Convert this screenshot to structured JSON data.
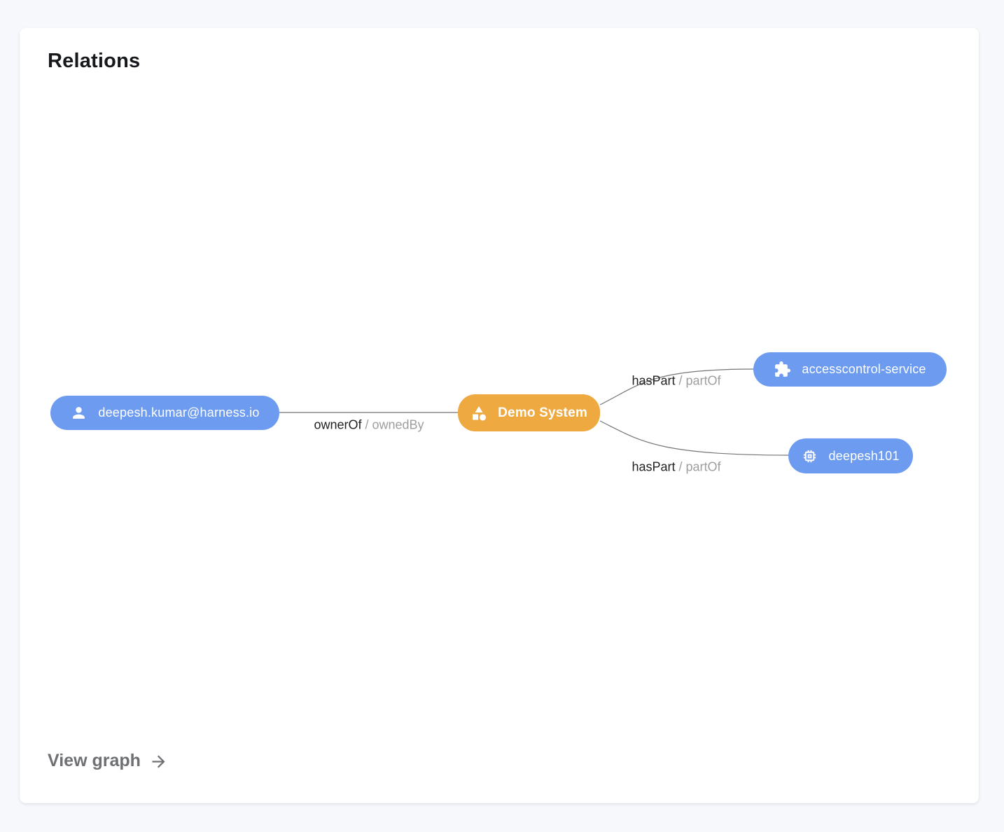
{
  "card": {
    "title": "Relations",
    "footer_link_label": "View graph",
    "footer_link_icon": "arrow-right-icon"
  },
  "colors": {
    "blue": "#6d9bf0",
    "orange": "#efa941",
    "edge": "#757575",
    "label_primary": "#212121",
    "label_secondary": "#9e9e9e"
  },
  "graph": {
    "nodes": [
      {
        "id": "user",
        "label": "deepesh.kumar@harness.io",
        "icon": "person-icon",
        "color": "blue"
      },
      {
        "id": "system",
        "label": "Demo System",
        "icon": "category-icon",
        "color": "orange"
      },
      {
        "id": "service",
        "label": "accesscontrol-service",
        "icon": "extension-icon",
        "color": "blue"
      },
      {
        "id": "component",
        "label": "deepesh101",
        "icon": "memory-icon",
        "color": "blue"
      }
    ],
    "edges": [
      {
        "from": "user",
        "to": "system",
        "label_primary": "ownerOf",
        "separator": "/",
        "label_secondary": "ownedBy"
      },
      {
        "from": "system",
        "to": "service",
        "label_primary": "hasPart",
        "separator": "/",
        "label_secondary": "partOf"
      },
      {
        "from": "system",
        "to": "component",
        "label_primary": "hasPart",
        "separator": "/",
        "label_secondary": "partOf"
      }
    ]
  }
}
